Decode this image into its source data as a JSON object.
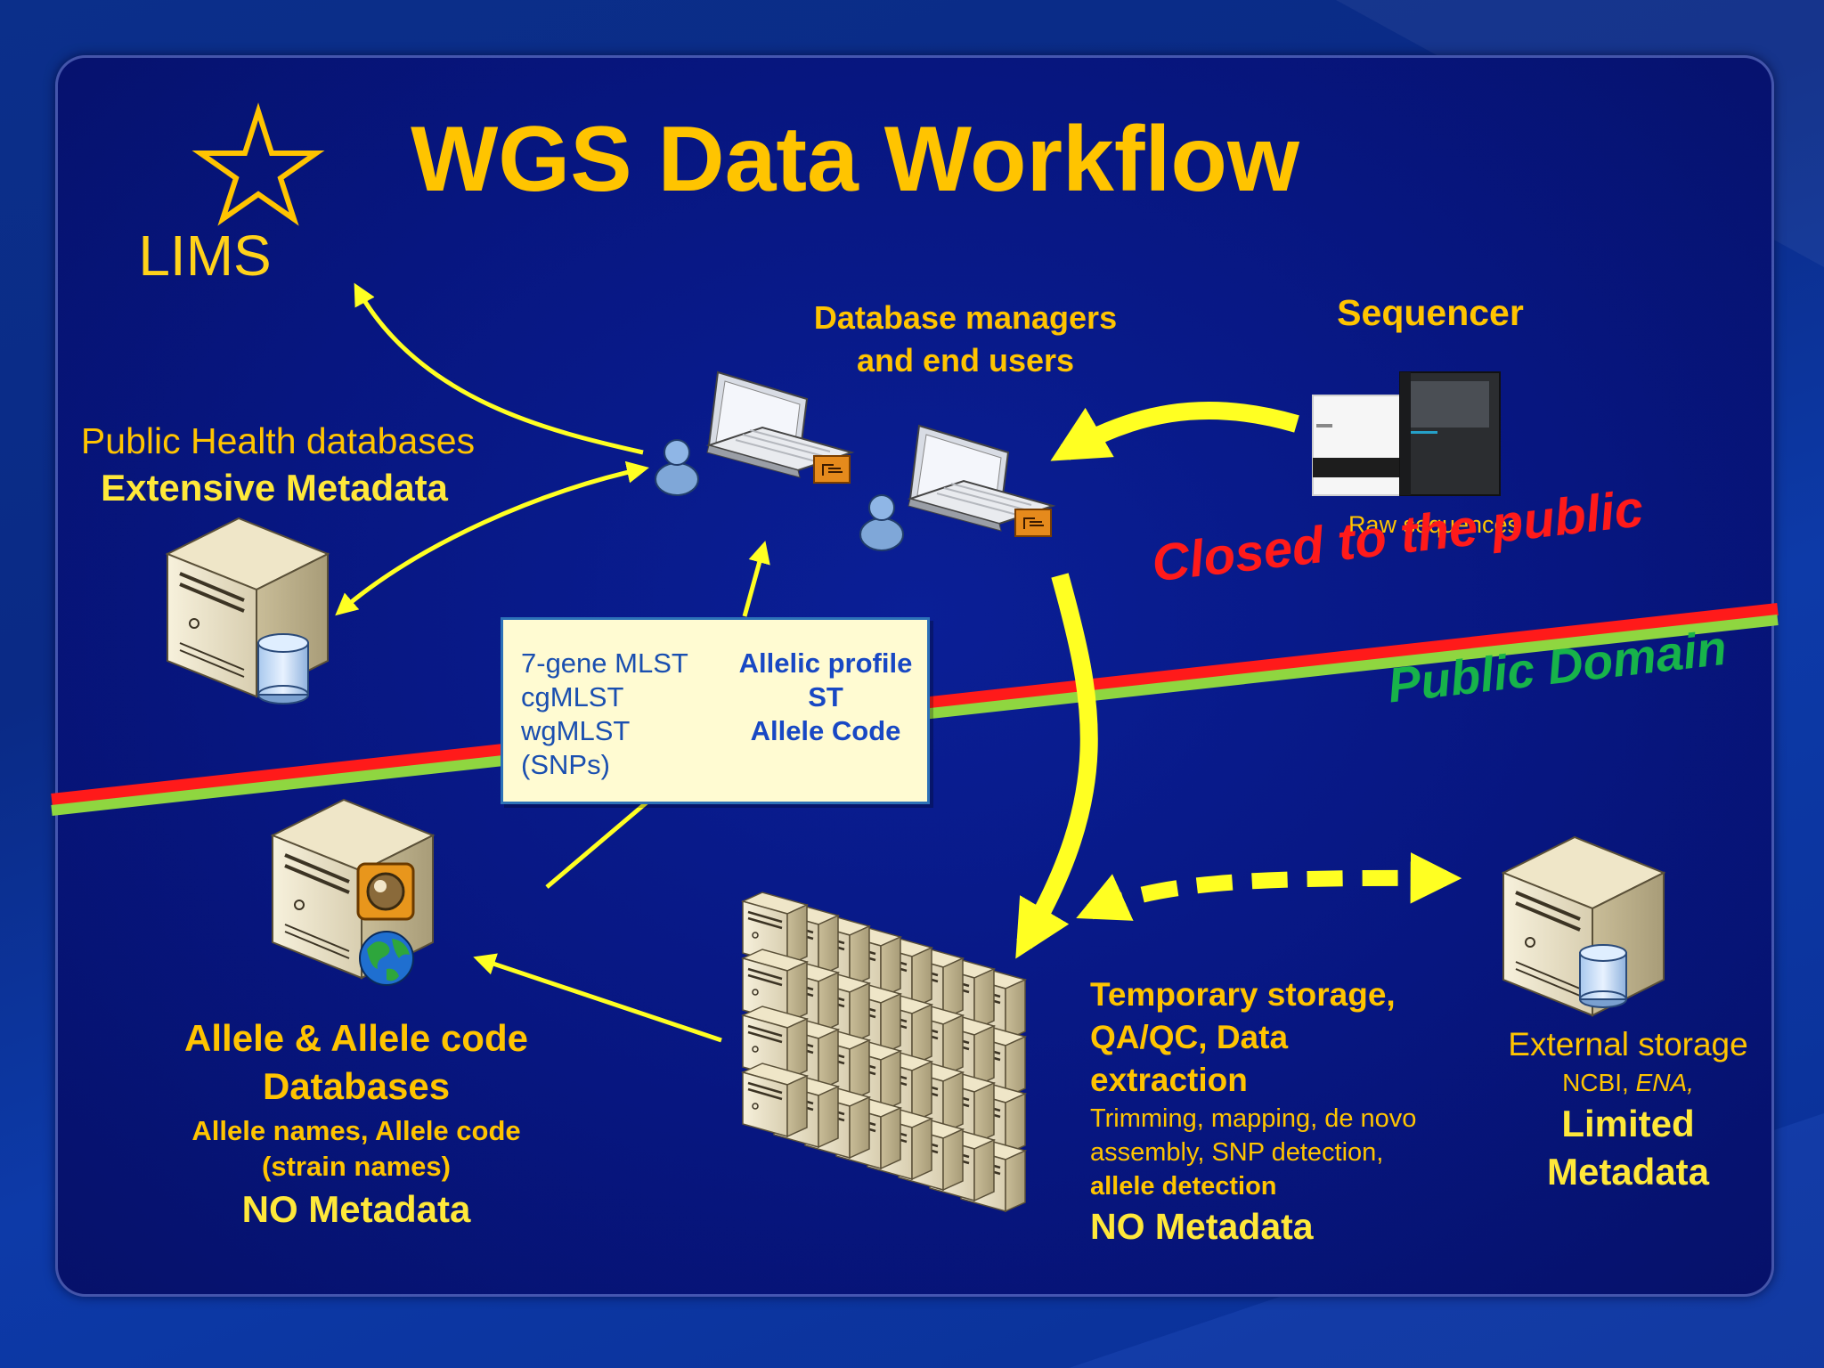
{
  "title": "WGS Data Workflow",
  "lims": {
    "label": "LIMS"
  },
  "public_health": {
    "line1": "Public Health databases",
    "line2": "Extensive Metadata"
  },
  "db_managers": {
    "line1": "Database managers",
    "line2": "and end users"
  },
  "sequencer": {
    "label": "Sequencer",
    "caption": "Raw sequences"
  },
  "boundary": {
    "closed": "Closed to the public",
    "public": "Public Domain"
  },
  "infobox": {
    "left": [
      "7-gene MLST",
      "cgMLST",
      "wgMLST",
      "(SNPs)"
    ],
    "right": [
      "Allelic profile",
      "ST",
      "Allele Code"
    ]
  },
  "allele_db": {
    "line1": "Allele & Allele code",
    "line2": "Databases",
    "line3": "Allele names, Allele code",
    "line4": "(strain names)",
    "line5": "NO Metadata"
  },
  "temp_storage": {
    "line1": "Temporary storage,",
    "line2": "QA/QC,  Data",
    "line3": "extraction",
    "line4": "Trimming, mapping, de novo",
    "line5": "assembly, SNP detection,",
    "line6": "allele detection",
    "line7": "NO Metadata"
  },
  "external_storage": {
    "line1": "External storage",
    "line2a": "NCBI, ",
    "line2b": "ENA,",
    "line3": "Limited",
    "line4": "Metadata"
  },
  "colors": {
    "accent": "#ffc400",
    "closed": "#ff1a1a",
    "public": "#17b34a",
    "arrow": "#ffff22"
  }
}
